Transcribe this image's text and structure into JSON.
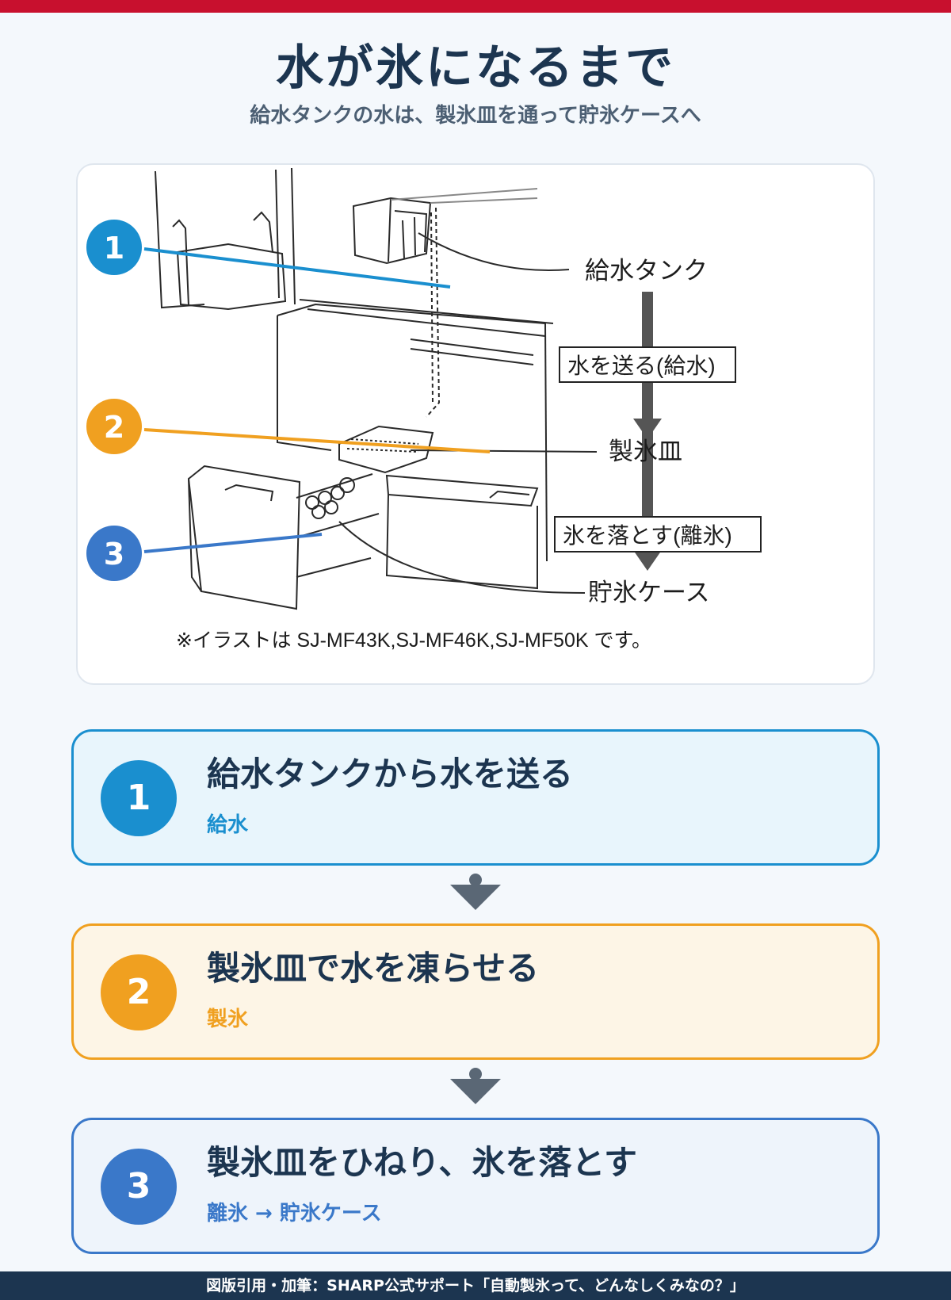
{
  "header": {
    "title": "水が氷になるまで",
    "subtitle": "給水タンクの水は、製氷皿を通って貯氷ケースへ"
  },
  "diagram": {
    "labels": {
      "water_tank": "給水タンク",
      "supply_box": "水を送る(給水)",
      "ice_tray": "製氷皿",
      "release_box": "氷を落とす(離氷)",
      "ice_bin": "貯氷ケース"
    },
    "callouts": [
      "1",
      "2",
      "3"
    ],
    "note": "※イラストは SJ-MF43K,SJ-MF46K,SJ-MF50K です。"
  },
  "steps": [
    {
      "number": "1",
      "title": "給水タンクから水を送る",
      "subtitle": "給水",
      "color": "#1a8fcf",
      "bg": "#e8f5fc"
    },
    {
      "number": "2",
      "title": "製氷皿で水を凍らせる",
      "subtitle": "製氷",
      "color": "#f0a020",
      "bg": "#fdf5e6"
    },
    {
      "number": "3",
      "title": "製氷皿をひねり、氷を落とす",
      "subtitle": "離氷 → 貯氷ケース",
      "color": "#3a78c9",
      "bg": "#eef4fb"
    }
  ],
  "colors": {
    "brand_red": "#c8102e",
    "navy": "#1c3550",
    "step1": "#1a8fcf",
    "step2": "#f0a020",
    "step3": "#3a78c9"
  },
  "footer": {
    "credit": "図版引用・加筆：SHARP公式サポート「自動製氷って、どんなしくみなの？」"
  }
}
